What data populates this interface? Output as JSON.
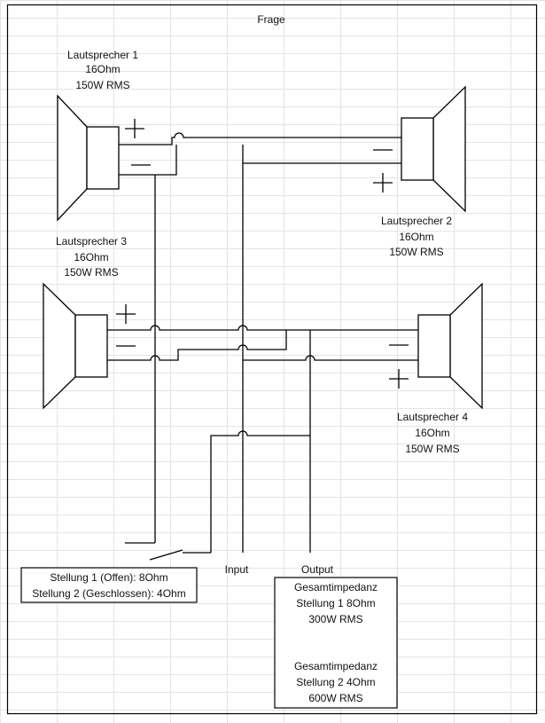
{
  "title": "Frage",
  "speakers": [
    {
      "name": "Lautsprecher 1",
      "impedance": "16Ohm",
      "power": "150W RMS"
    },
    {
      "name": "Lautsprecher 2",
      "impedance": "16Ohm",
      "power": "150W RMS"
    },
    {
      "name": "Lautsprecher 3",
      "impedance": "16Ohm",
      "power": "150W RMS"
    },
    {
      "name": "Lautsprecher 4",
      "impedance": "16Ohm",
      "power": "150W RMS"
    }
  ],
  "polarity": {
    "plus": "+",
    "minus": "−"
  },
  "terminals": {
    "input": "Input",
    "output": "Output"
  },
  "switch_info": {
    "line1": "Stellung 1 (Offen): 8Ohm",
    "line2": "Stellung 2 (Geschlossen): 4Ohm"
  },
  "total": {
    "block1": [
      "Gesamtimpedanz",
      "Stellung 1 8Ohm",
      "300W RMS"
    ],
    "block2": [
      "Gesamtimpedanz",
      "Stellung 2 4Ohm",
      "600W RMS"
    ]
  }
}
